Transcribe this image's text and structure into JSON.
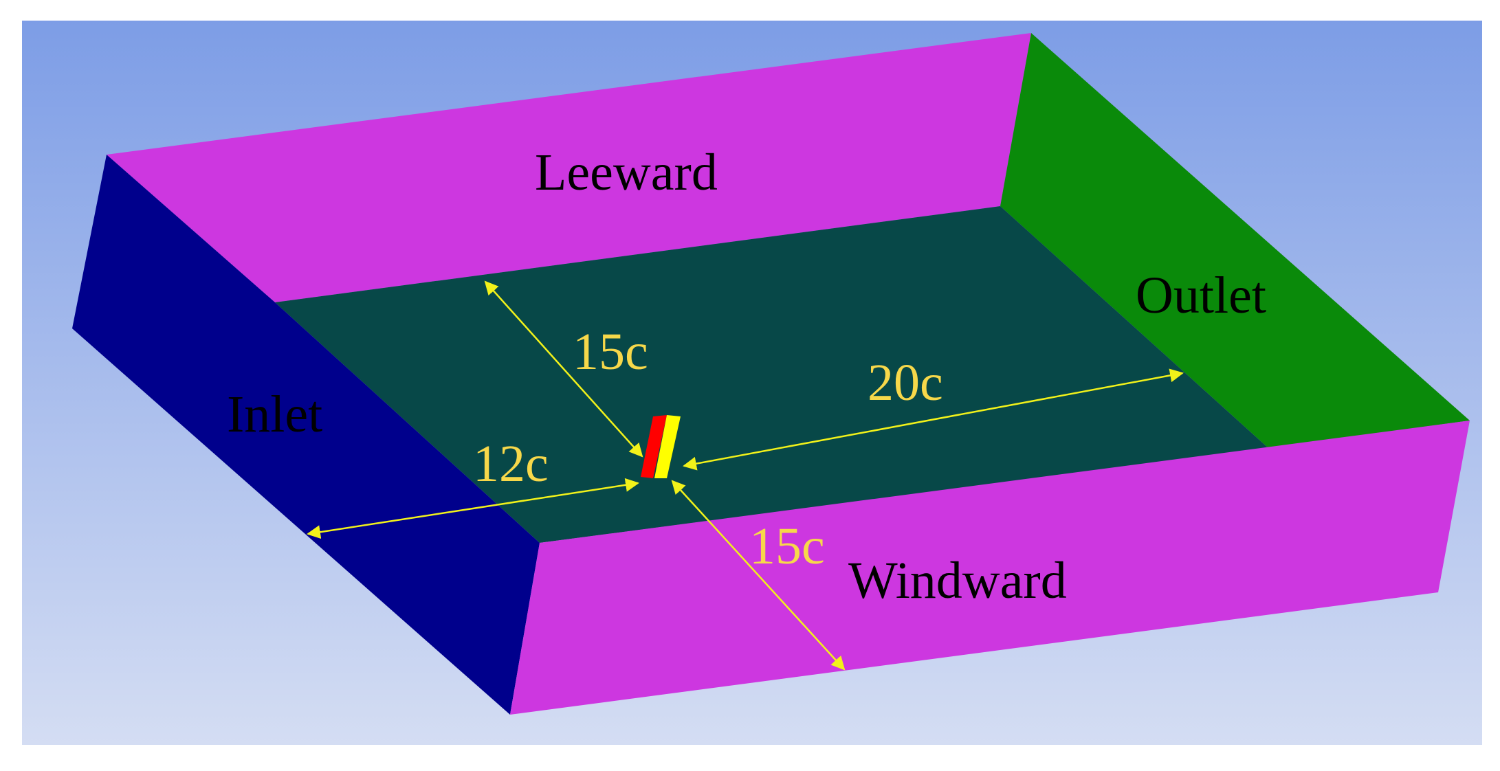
{
  "faces": {
    "leeward": "Leeward",
    "outlet": "Outlet",
    "inlet": "Inlet",
    "windward": "Windward"
  },
  "dimensions": {
    "to_leeward": "15c",
    "to_outlet": "20c",
    "to_inlet": "12c",
    "to_windward": "15c"
  },
  "colors": {
    "background_top": "#7d9de6",
    "background_bottom": "#d4ddf3",
    "side_walls": "#cd37e0",
    "outlet": "#0a8a0a",
    "inlet": "#00008c",
    "floor": "#074848",
    "dimension_lines": "#f2f21a",
    "dimension_text": "#f7d84a",
    "body_front": "#ff0000",
    "body_back": "#ffff00"
  }
}
